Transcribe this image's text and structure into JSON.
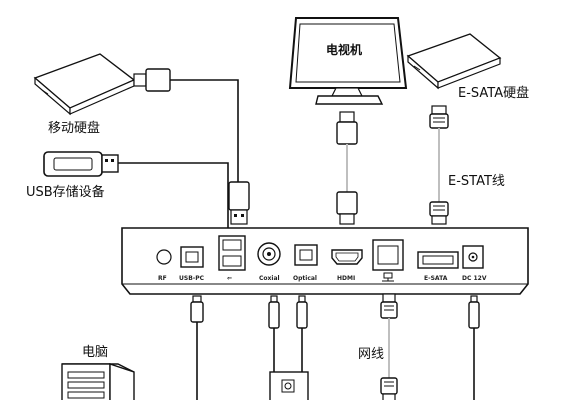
{
  "labels": {
    "mobile_hdd": "移动硬盘",
    "usb_storage": "USB存储设备",
    "tv": "电视机",
    "esata_hdd": "E-SATA硬盘",
    "esata_cable": "E-STAT线",
    "computer": "电脑",
    "network_cable": "网线"
  },
  "ports": {
    "rf": "RF",
    "usb_pc": "USB-PC",
    "usb_host": "⇐",
    "coaxial": "Coxial",
    "optical": "Optical",
    "hdmi": "HDMI",
    "lan": "LAN",
    "esata": "E-SATA",
    "dc": "DC 12V"
  }
}
